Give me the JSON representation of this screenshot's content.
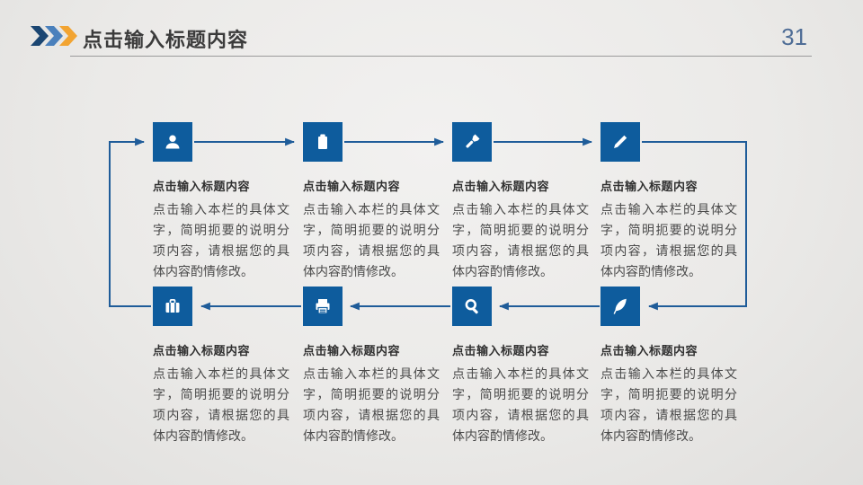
{
  "page_number": "31",
  "header": {
    "title": "点击输入标题内容"
  },
  "colors": {
    "icon_box": "#0e5c9d",
    "connector": "#1f5c99",
    "chevron_dark": "#1b4672",
    "chevron_mid": "#4a80bc",
    "chevron_orange": "#f2a432",
    "page_number": "#4f6d96",
    "header_title": "#3b3b3b"
  },
  "icons": [
    "user-icon",
    "clipboard-icon",
    "flashlight-icon",
    "pencil-icon",
    "suitcase-icon",
    "printer-icon",
    "search-icon",
    "feather-icon"
  ],
  "steps": [
    {
      "icon": "user-icon",
      "title": "点击输入标题内容",
      "body": "点击输入本栏的具体文字，简明扼要的说明分项内容，请根据您的具体内容酌情修改。"
    },
    {
      "icon": "clipboard-icon",
      "title": "点击输入标题内容",
      "body": "点击输入本栏的具体文字，简明扼要的说明分项内容，请根据您的具体内容酌情修改。"
    },
    {
      "icon": "flashlight-icon",
      "title": "点击输入标题内容",
      "body": "点击输入本栏的具体文字，简明扼要的说明分项内容，请根据您的具体内容酌情修改。"
    },
    {
      "icon": "pencil-icon",
      "title": "点击输入标题内容",
      "body": "点击输入本栏的具体文字，简明扼要的说明分项内容，请根据您的具体内容酌情修改。"
    },
    {
      "icon": "suitcase-icon",
      "title": "点击输入标题内容",
      "body": "点击输入本栏的具体文字，简明扼要的说明分项内容，请根据您的具体内容酌情修改。"
    },
    {
      "icon": "printer-icon",
      "title": "点击输入标题内容",
      "body": "点击输入本栏的具体文字，简明扼要的说明分项内容，请根据您的具体内容酌情修改。"
    },
    {
      "icon": "search-icon",
      "title": "点击输入标题内容",
      "body": "点击输入本栏的具体文字，简明扼要的说明分项内容，请根据您的具体内容酌情修改。"
    },
    {
      "icon": "feather-icon",
      "title": "点击输入标题内容",
      "body": "点击输入本栏的具体文字，简明扼要的说明分项内容，请根据您的具体内容酌情修改。"
    }
  ]
}
